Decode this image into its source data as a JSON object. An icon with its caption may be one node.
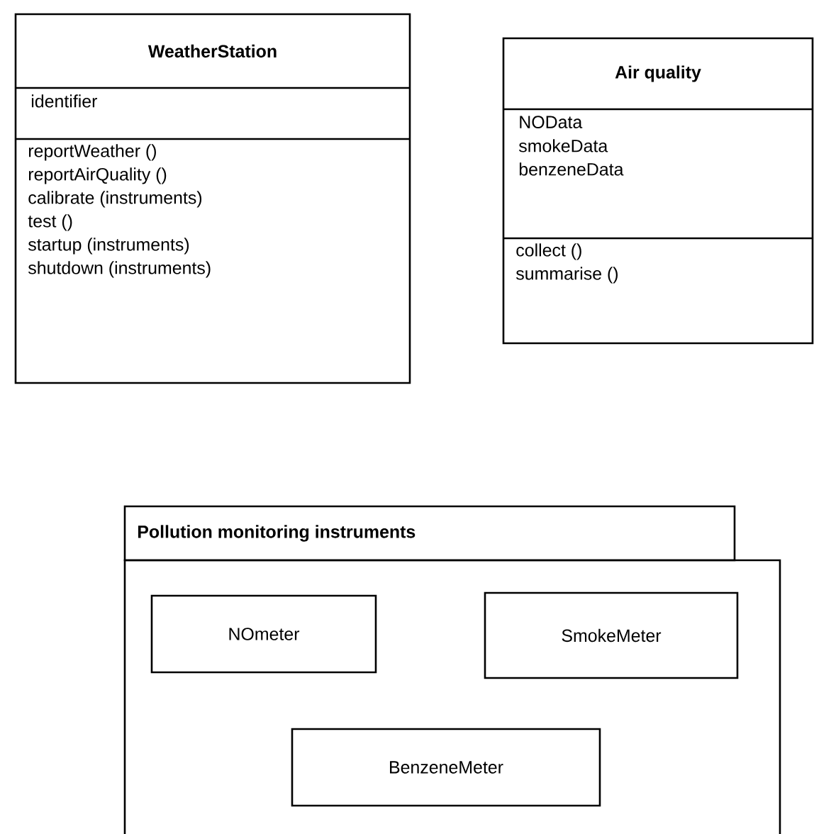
{
  "diagram": {
    "nodes": [
      {
        "text": [
          "WeatherStation",
          "identifier",
          "reportWeather ()",
          "reportAirQuality ()",
          "calibrate (instruments)",
          "test ()",
          "startup (instruments)",
          "shutdown (instruments)"
        ]
      },
      {
        "text": [
          "Air quality",
          "NOData",
          "smokeData",
          "benzeneData",
          "collect ()",
          "summarise ()"
        ]
      },
      {
        "text": [
          "Pollution monitoring instruments"
        ]
      },
      {
        "text": [
          "NOmeter"
        ],
        "in": 2
      },
      {
        "text": [
          "SmokeMeter"
        ],
        "in": 2
      },
      {
        "text": [
          "BenzeneMeter"
        ],
        "in": 2
      }
    ]
  }
}
